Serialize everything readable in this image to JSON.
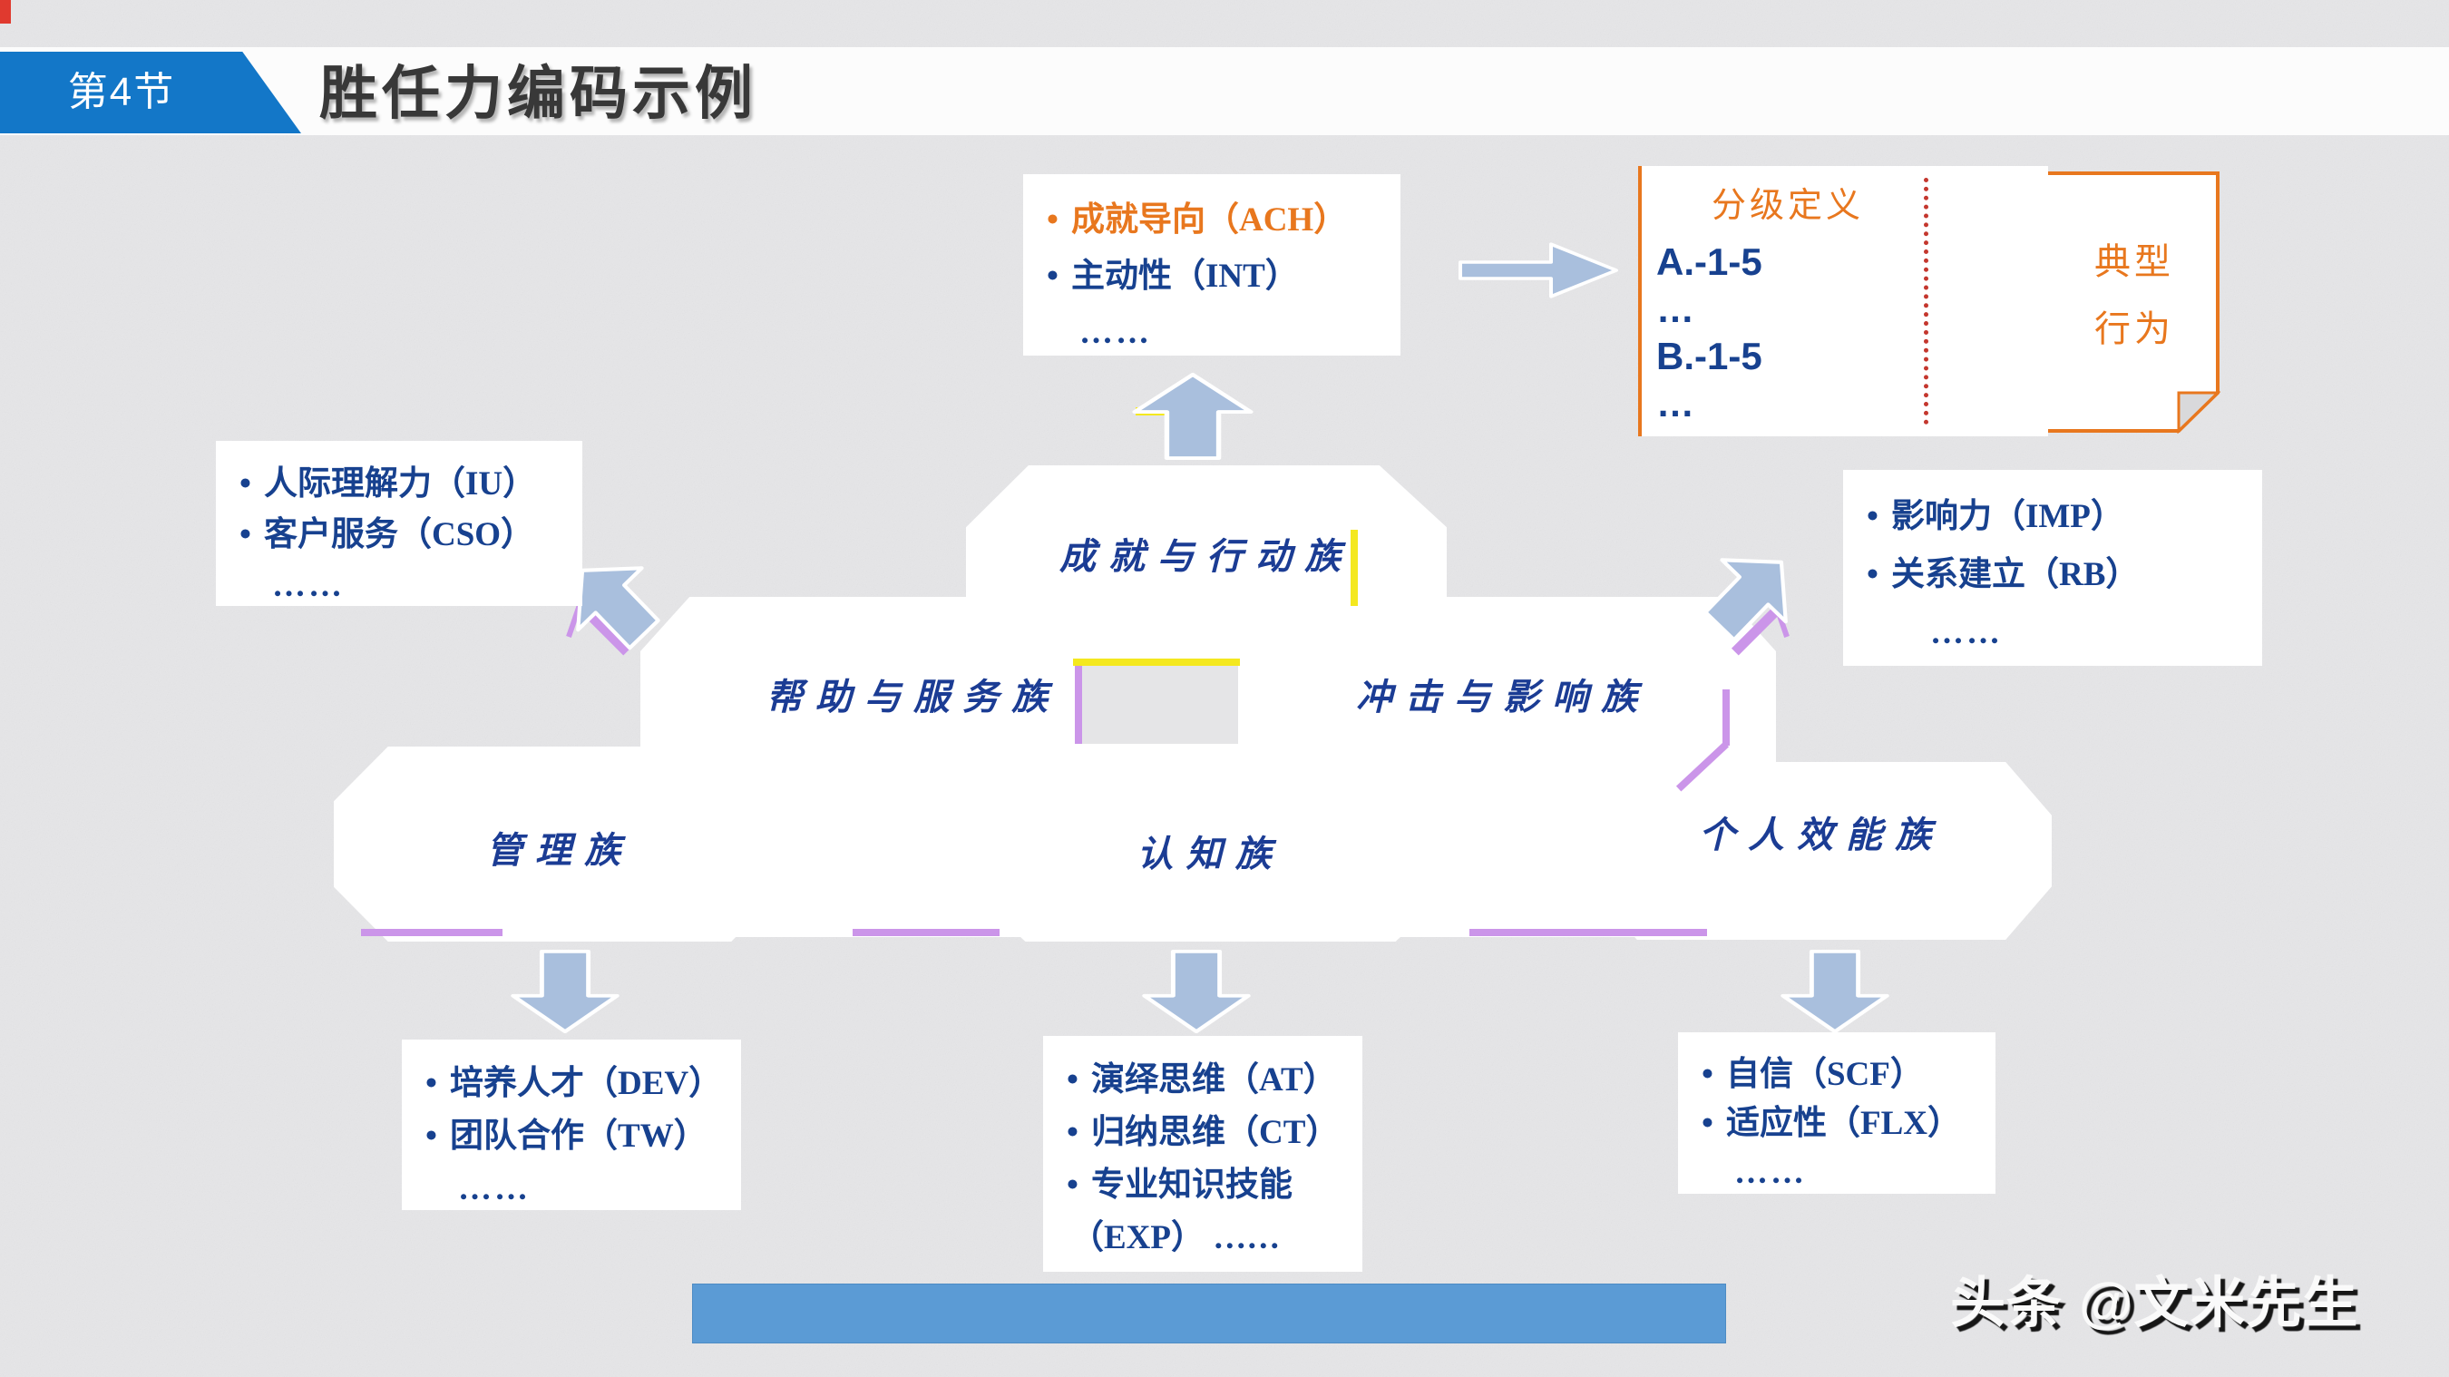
{
  "slide": {
    "section_tag": "第4节",
    "title": "胜任力编码示例",
    "watermark": "头条 @文米先生",
    "bullet_char": "•"
  },
  "families": {
    "achievement": "成就与行动族",
    "helping": "帮助与服务族",
    "impact": "冲击与影响族",
    "managerial": "管理族",
    "cognitive": "认知族",
    "personal": "个人效能族"
  },
  "callouts": {
    "achievement": {
      "items": [
        {
          "text": "成就导向（ACH）"
        },
        {
          "text": "主动性（INT）"
        },
        {
          "text": "……"
        }
      ]
    },
    "helping": {
      "items": [
        {
          "text": "人际理解力（IU）"
        },
        {
          "text": "客户服务（CSO）"
        },
        {
          "text": "……"
        }
      ]
    },
    "impact": {
      "items": [
        {
          "text": "影响力（IMP）"
        },
        {
          "text": "关系建立（RB）"
        },
        {
          "text": "……"
        }
      ]
    },
    "managerial": {
      "items": [
        {
          "text": "培养人才（DEV）"
        },
        {
          "text": "团队合作（TW）"
        },
        {
          "text": "……"
        }
      ]
    },
    "cognitive": {
      "items": [
        {
          "text": "演绎思维（AT）"
        },
        {
          "text": "归纳思维（CT）"
        },
        {
          "text": "专业知识技能"
        },
        {
          "text": "（EXP） ……"
        }
      ]
    },
    "personal": {
      "items": [
        {
          "text": "自信（SCF）"
        },
        {
          "text": "适应性（FLX）"
        },
        {
          "text": "……"
        }
      ]
    }
  },
  "grading_panel": {
    "title": "分级定义",
    "rows": [
      "A.-1-5",
      "…",
      "B.-1-5",
      "…"
    ],
    "note_label_line1": "典型",
    "note_label_line2": "行为"
  },
  "colors": {
    "accent_orange": "#E8771E",
    "navy_text": "#17418F",
    "header_blue": "#1377C8",
    "arrow_fill": "#A9BFDD",
    "accent_yellow": "#F4E81F",
    "accent_purple": "#CB95E9",
    "bottom_bar_blue": "#5B9BD5",
    "divider_red": "#C4372E"
  }
}
